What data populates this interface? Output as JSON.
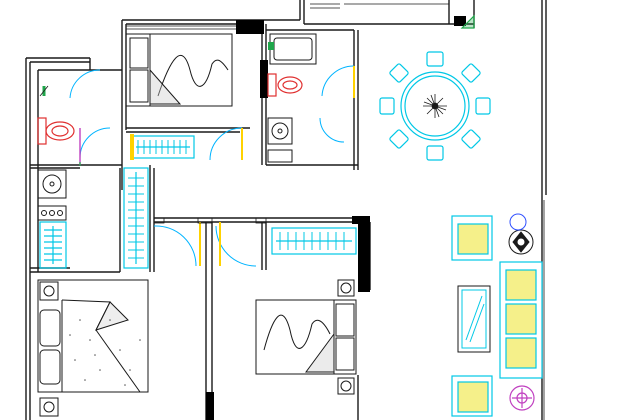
{
  "floor_plan": {
    "colors": {
      "wall": "#1a1a1a",
      "wall_fill": "#000000",
      "furniture": "#00c8e6",
      "fixture": "#888888",
      "sofa_fill": "#f5f08a",
      "toilet": "#e03030",
      "door": "#00b4ff",
      "accent_green": "#1fa64a",
      "accent_magenta": "#c040c0",
      "accent_yellow": "#ffd200",
      "background": "#ffffff"
    },
    "rooms": [
      {
        "id": "bedroom-upper",
        "kind": "bedroom"
      },
      {
        "id": "bathroom-upper",
        "kind": "bathroom"
      },
      {
        "id": "bathroom-left",
        "kind": "bathroom"
      },
      {
        "id": "master-bedroom",
        "kind": "bedroom"
      },
      {
        "id": "bedroom-middle",
        "kind": "bedroom"
      },
      {
        "id": "dining-area",
        "kind": "dining"
      },
      {
        "id": "living-area",
        "kind": "living"
      }
    ],
    "furniture": {
      "dining_chairs": 8,
      "sofa_cushions_main": 3,
      "armchairs": 2,
      "wardrobe_units": 4
    },
    "icons": [
      "bed-icon",
      "toilet-icon",
      "sink-icon",
      "bathtub-icon",
      "dining-table-icon",
      "sofa-icon",
      "armchair-icon",
      "coffee-table-icon",
      "plant-icon",
      "lamp-icon",
      "wardrobe-icon",
      "door-swing-icon"
    ]
  }
}
